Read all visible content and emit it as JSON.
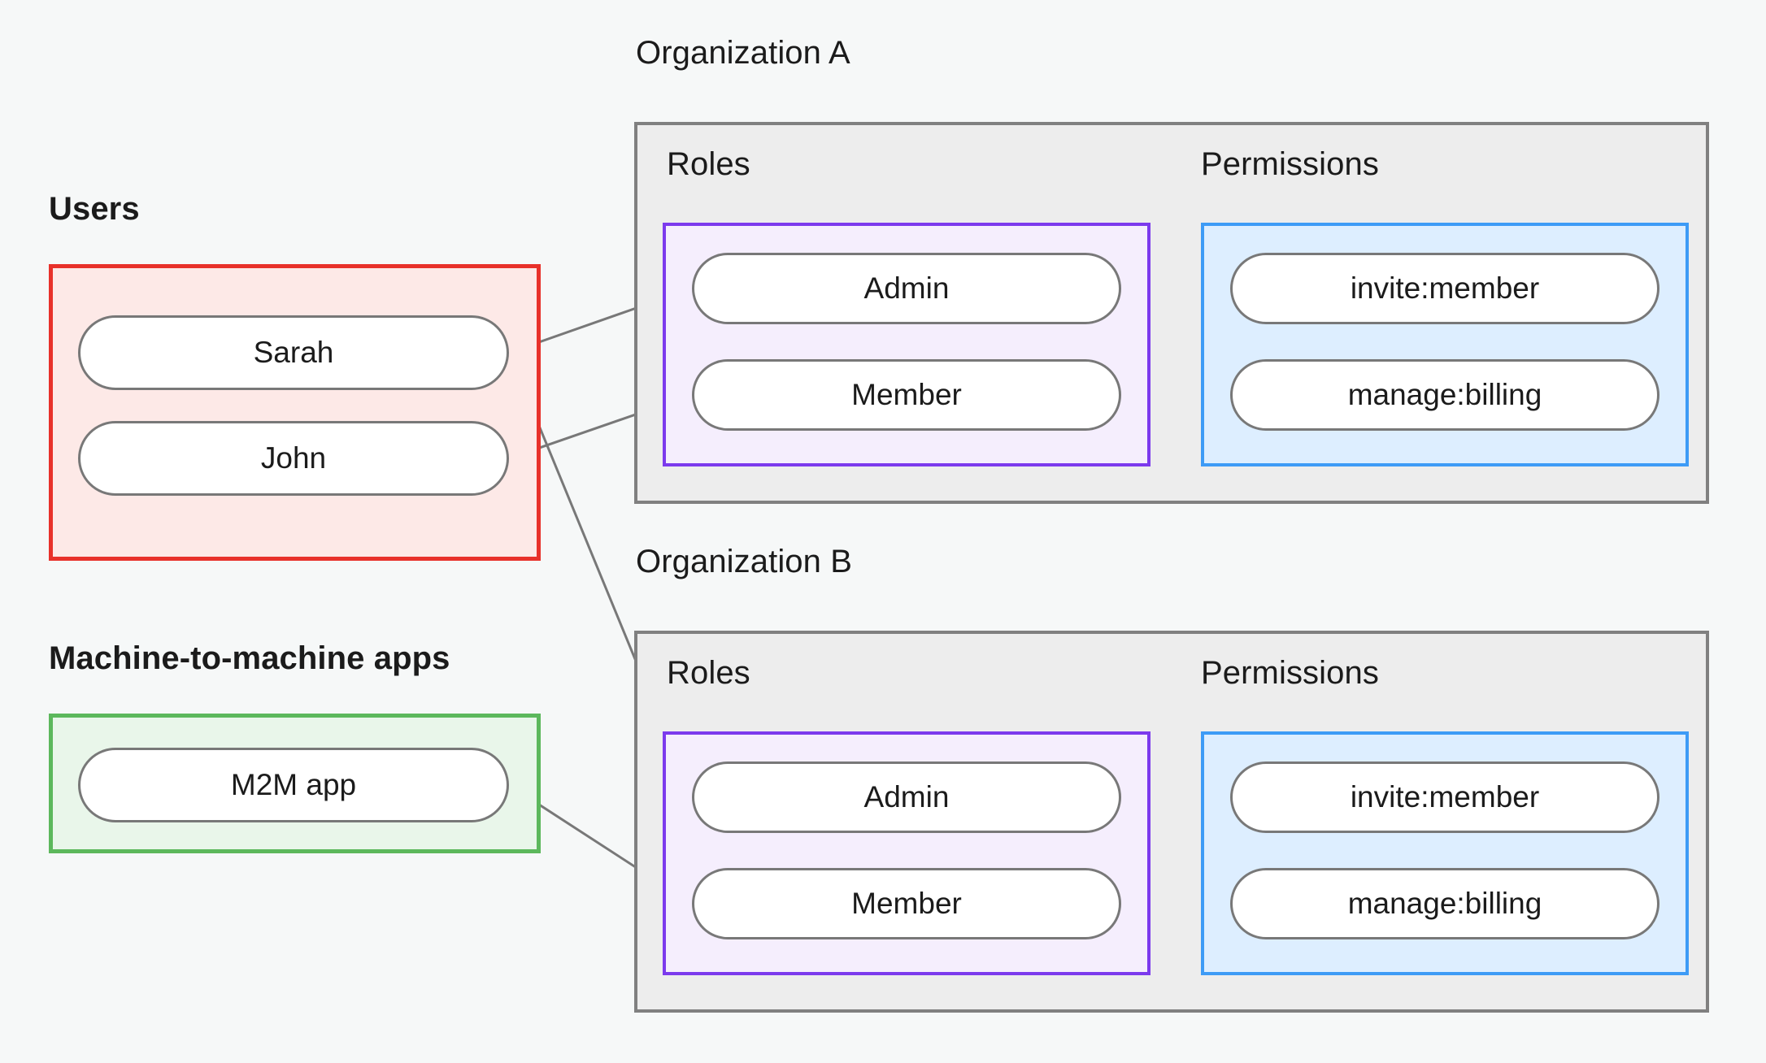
{
  "diagram": {
    "title_users": "Users",
    "title_m2m": "Machine-to-machine apps",
    "background_color": "#f6f8f8",
    "edge_color": "#787878"
  },
  "users_group": {
    "label": "Users",
    "border_color": "#e8312a",
    "fill_color": "#fde9e7",
    "items": [
      {
        "label": "Sarah"
      },
      {
        "label": "John"
      }
    ]
  },
  "m2m_group": {
    "label": "Machine-to-machine apps",
    "border_color": "#5cb85c",
    "fill_color": "#e9f6ea",
    "items": [
      {
        "label": "M2M app"
      }
    ]
  },
  "organizations": [
    {
      "label": "Organization A",
      "border_color": "#808080",
      "fill_color": "#ededed",
      "roles": {
        "label": "Roles",
        "border_color": "#7c3aed",
        "fill_color": "#f5eefd",
        "items": [
          {
            "label": "Admin"
          },
          {
            "label": "Member"
          }
        ]
      },
      "permissions": {
        "label": "Permissions",
        "border_color": "#3d9bf6",
        "fill_color": "#ddeeff",
        "items": [
          {
            "label": "invite:member"
          },
          {
            "label": "manage:billing"
          }
        ]
      }
    },
    {
      "label": "Organization B",
      "border_color": "#808080",
      "fill_color": "#ededed",
      "roles": {
        "label": "Roles",
        "border_color": "#7c3aed",
        "fill_color": "#f5eefd",
        "items": [
          {
            "label": "Admin"
          },
          {
            "label": "Member"
          }
        ]
      },
      "permissions": {
        "label": "Permissions",
        "border_color": "#3d9bf6",
        "fill_color": "#ddeeff",
        "items": [
          {
            "label": "invite:member"
          },
          {
            "label": "manage:billing"
          }
        ]
      }
    }
  ],
  "connections": [
    {
      "from": "Sarah",
      "to": "Organization A / Admin"
    },
    {
      "from": "Sarah",
      "to": "Organization B / Admin"
    },
    {
      "from": "John",
      "to": "Organization A / Member"
    },
    {
      "from": "M2M app",
      "to": "Organization B / Member"
    },
    {
      "from": "Organization A / Admin",
      "to": "Organization A / invite:member"
    },
    {
      "from": "Organization A / Admin",
      "to": "Organization A / manage:billing"
    },
    {
      "from": "Organization A / Member",
      "to": "Organization A / manage:billing"
    },
    {
      "from": "Organization B / Admin",
      "to": "Organization B / invite:member"
    },
    {
      "from": "Organization B / Admin",
      "to": "Organization B / manage:billing"
    },
    {
      "from": "Organization B / Member",
      "to": "Organization B / manage:billing"
    }
  ]
}
